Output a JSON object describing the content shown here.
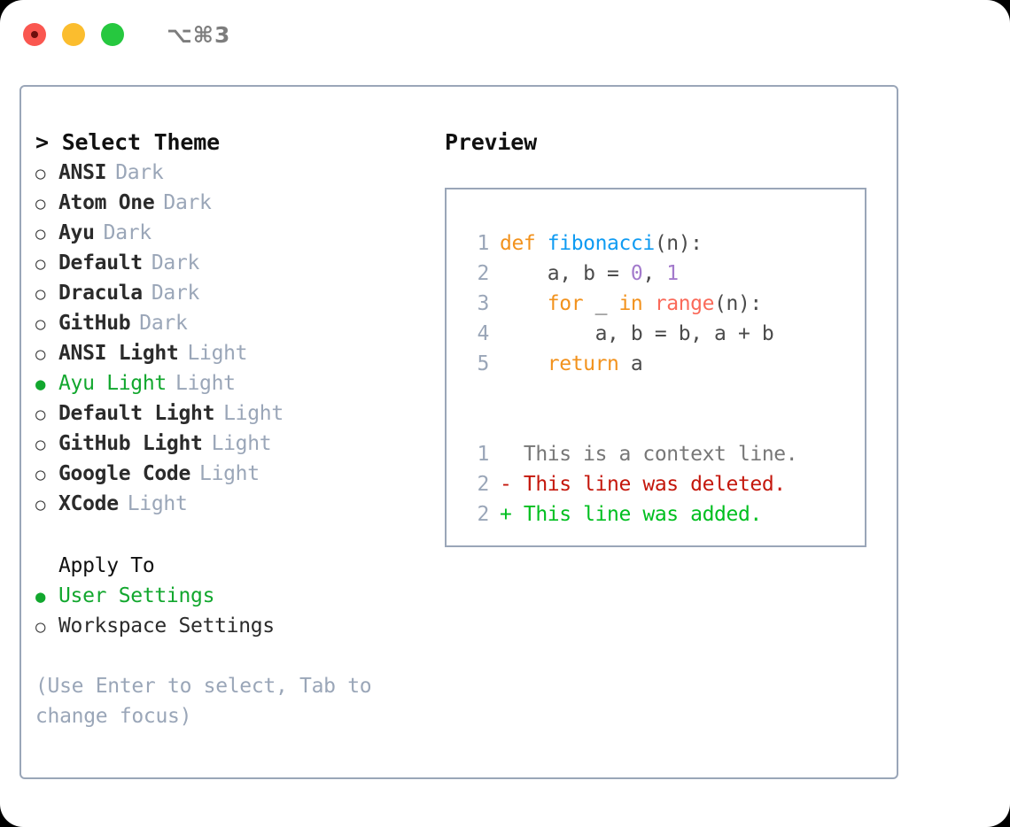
{
  "titlebar": {
    "shortcut": "⌥⌘3",
    "buttons": [
      {
        "name": "close",
        "color": "#fa5750"
      },
      {
        "name": "minimize",
        "color": "#fbbd2e"
      },
      {
        "name": "zoom",
        "color": "#26c83f"
      }
    ]
  },
  "theme_picker": {
    "title": "> Select Theme",
    "marker_selected": "●",
    "marker_unselected": "○",
    "accent_color": "#12a72e",
    "muted_color": "#9aa6b8",
    "items": [
      {
        "label": "ANSI",
        "variant": "Dark",
        "selected": false
      },
      {
        "label": "Atom One",
        "variant": "Dark",
        "selected": false
      },
      {
        "label": "Ayu",
        "variant": "Dark",
        "selected": false
      },
      {
        "label": "Default",
        "variant": "Dark",
        "selected": false
      },
      {
        "label": "Dracula",
        "variant": "Dark",
        "selected": false
      },
      {
        "label": "GitHub",
        "variant": "Dark",
        "selected": false
      },
      {
        "label": "ANSI Light",
        "variant": "Light",
        "selected": false
      },
      {
        "label": "Ayu Light",
        "variant": "Light",
        "selected": true
      },
      {
        "label": "Default Light",
        "variant": "Light",
        "selected": false
      },
      {
        "label": "GitHub Light",
        "variant": "Light",
        "selected": false
      },
      {
        "label": "Google Code",
        "variant": "Light",
        "selected": false
      },
      {
        "label": "XCode",
        "variant": "Light",
        "selected": false
      }
    ]
  },
  "apply_to": {
    "title": "Apply To",
    "items": [
      {
        "label": "User Settings",
        "selected": true
      },
      {
        "label": "Workspace Settings",
        "selected": false
      }
    ]
  },
  "hint": "(Use Enter to select, Tab to change focus)",
  "preview": {
    "title": "Preview",
    "code_lines": [
      {
        "number": "1",
        "tokens": [
          {
            "text": "def ",
            "kind": "kw"
          },
          {
            "text": "fibonacci",
            "kind": "fn"
          },
          {
            "text": "(n):",
            "kind": "plain"
          }
        ]
      },
      {
        "number": "2",
        "tokens": [
          {
            "text": "    a, b = ",
            "kind": "plain"
          },
          {
            "text": "0",
            "kind": "num"
          },
          {
            "text": ", ",
            "kind": "plain"
          },
          {
            "text": "1",
            "kind": "num"
          }
        ]
      },
      {
        "number": "3",
        "tokens": [
          {
            "text": "    ",
            "kind": "plain"
          },
          {
            "text": "for",
            "kind": "kw"
          },
          {
            "text": " _ ",
            "kind": "plain"
          },
          {
            "text": "in",
            "kind": "kw"
          },
          {
            "text": " ",
            "kind": "plain"
          },
          {
            "text": "range",
            "kind": "built"
          },
          {
            "text": "(n):",
            "kind": "plain"
          }
        ]
      },
      {
        "number": "4",
        "tokens": [
          {
            "text": "        a, b = b, a + b",
            "kind": "plain"
          }
        ]
      },
      {
        "number": "5",
        "tokens": [
          {
            "text": "    ",
            "kind": "plain"
          },
          {
            "text": "return",
            "kind": "kw"
          },
          {
            "text": " a",
            "kind": "plain"
          }
        ]
      }
    ],
    "diff_lines": [
      {
        "number": "1",
        "sign": " ",
        "text": "  This is a context line.",
        "kind": "ctx"
      },
      {
        "number": "2",
        "sign": "-",
        "text": " This line was deleted.",
        "kind": "del"
      },
      {
        "number": "2",
        "sign": "+",
        "text": " This line was added.",
        "kind": "add"
      }
    ]
  }
}
